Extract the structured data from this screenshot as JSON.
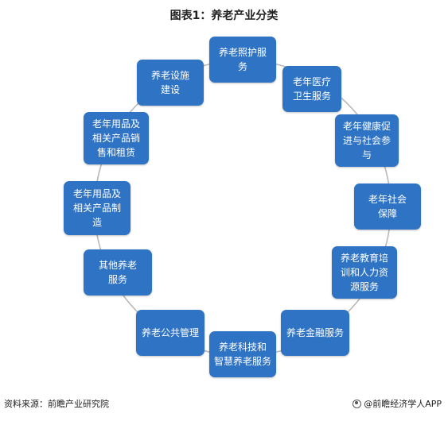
{
  "title": "图表1：养老产业分类",
  "nodes": [
    "养老照护服务",
    "老年医疗卫生服务",
    "老年健康促进与社会参与",
    "老年社会保障",
    "养老教育培训和人力资源服务",
    "养老金融服务",
    "养老科技和智慧养老服务",
    "养老公共管理",
    "其他养老服务",
    "老年用品及相关产品制造",
    "老年用品及相关产品销售和租赁",
    "养老设施建设"
  ],
  "footer": {
    "source": "资料来源：前瞻产业研究院",
    "brand": "@前瞻经济学人APP"
  },
  "colors": {
    "node_fill": "#2f73c5",
    "ring_stroke": "#b9b9b9"
  }
}
